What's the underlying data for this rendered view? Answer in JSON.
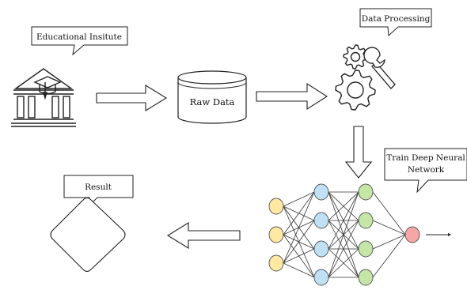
{
  "callouts": {
    "institute": "Educational Insitute",
    "processing": "Data Processing",
    "train_line1": "Train Deep Neural",
    "train_line2": "Network",
    "result": "Result"
  },
  "database": {
    "label": "Raw Data"
  },
  "network": {
    "layers": [
      3,
      4,
      4,
      1
    ],
    "colors": [
      "#fde9a3",
      "#bfe0f5",
      "#c5e6a6",
      "#f6a6a6"
    ],
    "stroke": "#333333"
  },
  "colors": {
    "line": "#222222",
    "fill": "#ffffff"
  }
}
